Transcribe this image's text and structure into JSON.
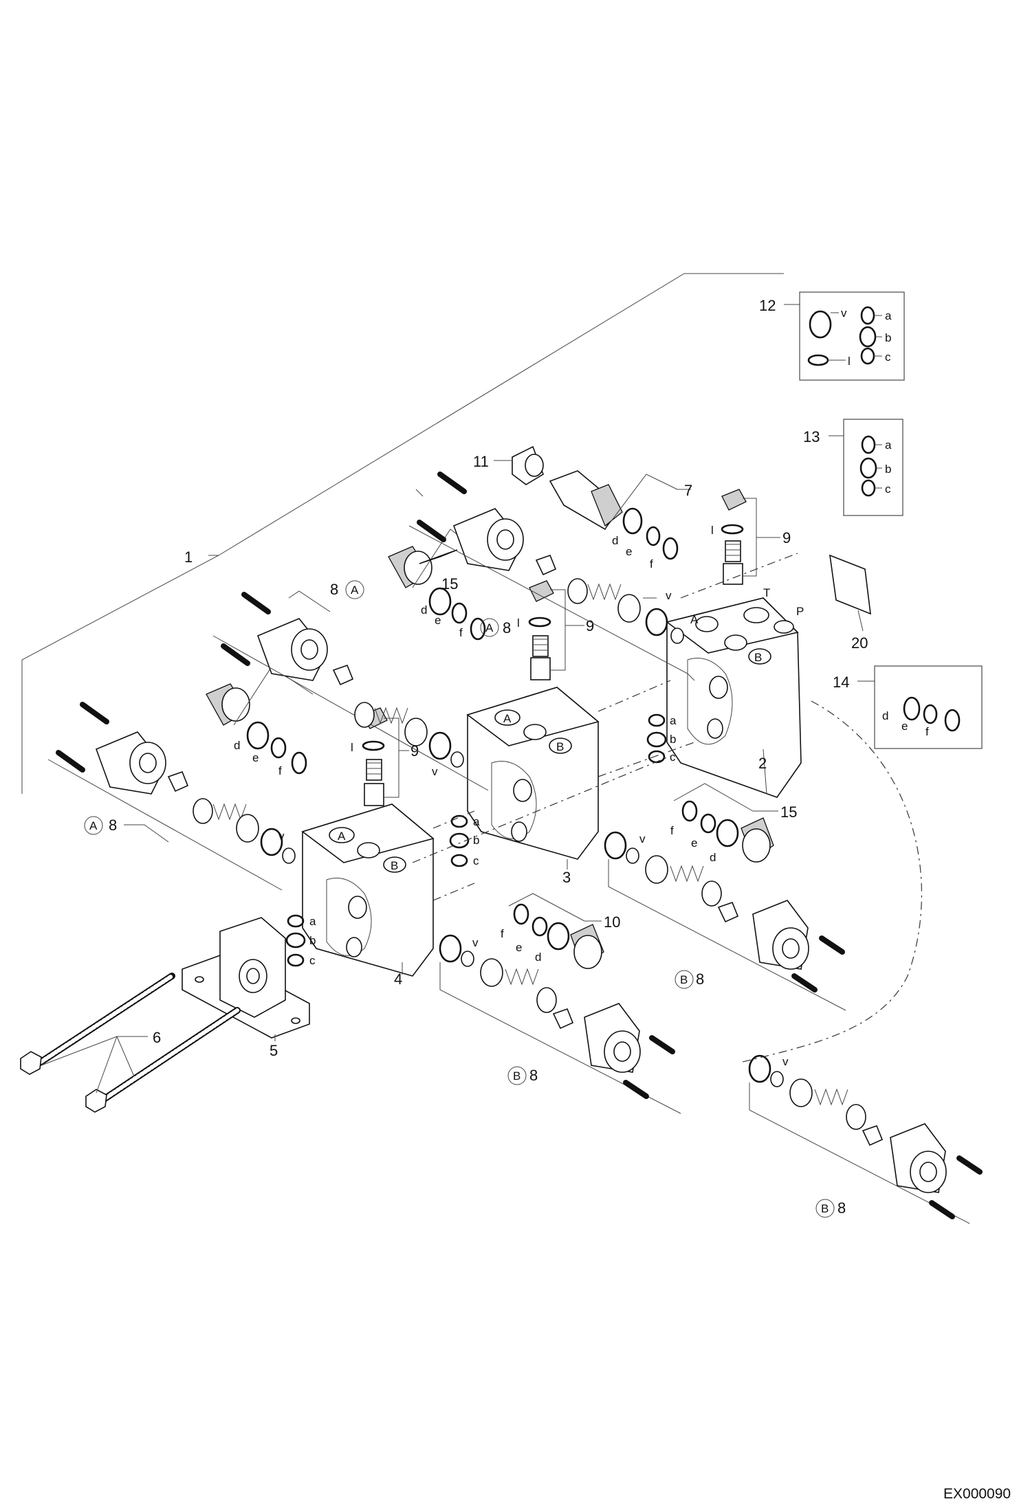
{
  "drawing_code": "EX000090",
  "callouts": {
    "c1": "1",
    "c2": "2",
    "c3": "3",
    "c4": "4",
    "c5": "5",
    "c6": "6",
    "c7": "7",
    "c8": "8",
    "c9": "9",
    "c10": "10",
    "c11": "11",
    "c12": "12",
    "c13": "13",
    "c14": "14",
    "c15": "15",
    "c20": "20"
  },
  "sub_letters": {
    "a": "a",
    "b": "b",
    "c": "c",
    "d": "d",
    "e": "e",
    "f": "f",
    "l": "l",
    "v": "v"
  },
  "circle_markers": {
    "A": "A",
    "B": "B"
  },
  "body_port_marks": {
    "T": "T",
    "P": "P"
  }
}
